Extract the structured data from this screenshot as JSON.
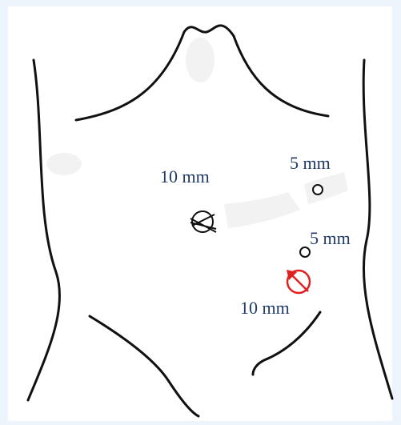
{
  "diagram": {
    "background_color": "#eef4fb",
    "panel_color": "#ffffff",
    "outline_color": "#111111",
    "label_color": "#1f3a66",
    "highlight_color": "#e02020",
    "ports": [
      {
        "id": "umbilical",
        "label": "10 mm",
        "marker": "crossed-circle-icon",
        "color": "#111111"
      },
      {
        "id": "upper-left-flank",
        "label": "5 mm",
        "marker": "circle-icon",
        "color": "#111111"
      },
      {
        "id": "mid-left-flank",
        "label": "5 mm",
        "marker": "circle-icon",
        "color": "#111111"
      },
      {
        "id": "lower-left-quadrant",
        "label": "10 mm",
        "marker": "arrow-circle-icon",
        "color": "#e02020"
      }
    ]
  }
}
